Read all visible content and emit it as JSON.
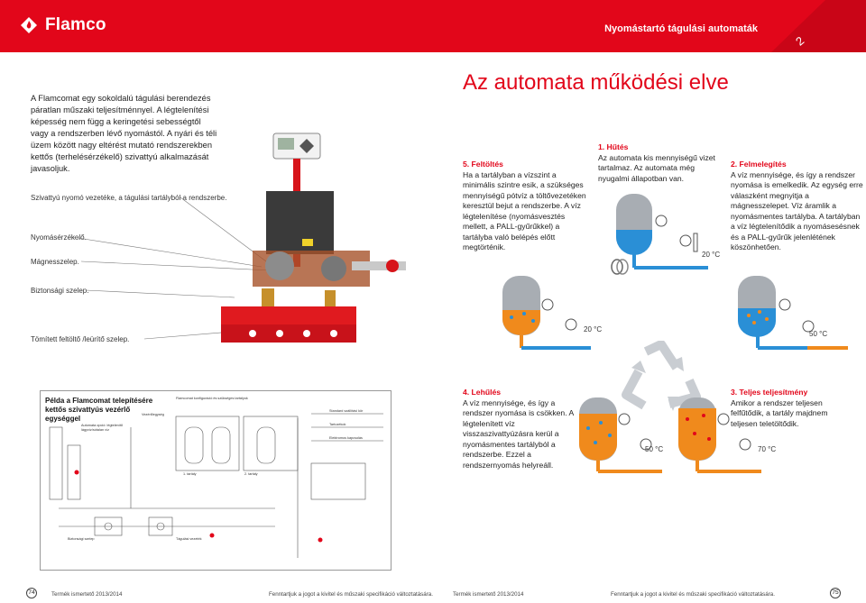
{
  "header": {
    "brand": "Flamco",
    "title": "Nyomástartó tágulási automaták",
    "page_tab": "2"
  },
  "intro": "A Flamcomat egy sokoldalú tágulási berendezés páratlan műszaki teljesítménnyel. A légtelenítési képesség nem függ a keringetési sebességtől vagy a rendszerben lévő nyomástól. A nyári és téli üzem között nagy eltérést mutató rendszerekben kettős (terhelésérzékelő) szivattyú alkalmazását javasoljuk.",
  "labels": {
    "pump": "Szivattyú nyomó vezetéke, a tágulási tartályból a rendszerbe.",
    "sensor": "Nyomásérzékelő.",
    "solenoid": "Mágnesszelep.",
    "safety": "Biztonsági szelep.",
    "fill": "Tömített feltöltő /leürítő szelep."
  },
  "title": "Az automata működési elve",
  "stages": {
    "s1": {
      "head": "1. Hűtés",
      "text": "Az automata kis mennyiségű vizet tartalmaz. Az automata még nyugalmi állapotban van."
    },
    "s2": {
      "head": "2. Felmelegítés",
      "text": "A víz mennyisége, és így a rendszer nyomása is emelkedik. Az egység erre válaszként megnyitja a mágnesszelepet. Víz áramlik a nyomásmentes tartályba. A tartályban a víz légtelenítődik a nyomásesésnek és a PALL-gyűrűk jelenlétének köszönhetően."
    },
    "s3": {
      "head": "3. Teljes teljesítmény",
      "text": "Amikor a rendszer teljesen felfűtődik, a tartály majdnem teljesen teletöltődik."
    },
    "s4": {
      "head": "4. Lehűlés",
      "text": "A víz mennyisége, és így a rendszer nyomása is csökken. A légtelenített víz visszaszivattyúzásra kerül a nyomásmentes tartályból a rendszerbe. Ezzel a rendszernyomás helyreáll."
    },
    "s5": {
      "head": "5. Feltöltés",
      "text": "Ha a tartályban a vízszint a minimális szintre esik, a szükséges mennyiségű pótvíz a töltővezetéken keresztül bejut a rendszerbe. A víz légtelenítése (nyomásvesztés mellett, a PALL-gyűrűkkel) a tartályba való belépés előtt megtörténik."
    }
  },
  "temps": {
    "t1": "20 °C",
    "t2": "50 °C",
    "t3": "70 °C",
    "t4": "50 °C",
    "t5": "20 °C"
  },
  "diagram": {
    "title": "Példa a Flamcomat telepítésére kettős szivattyús vezérlő egységgel",
    "labels": [
      "Automata opció: légtelenítő lágyvíz/sótalan víz",
      "Flamcomat konfiguráció és szükséges tartályok",
      "Vezérlőegység",
      "1. tartály",
      "2. tartály",
      "Standard szállítási kör",
      "Tartozékok",
      "Elektromos kapcsolás",
      "Biztonsági szelep",
      "Tágulási vezeték"
    ]
  },
  "footer": {
    "left_page": "74",
    "left_catalog": "Termék ismertető 2013/2014",
    "left_rights": "Fenntartjuk a jogot a kivitel és műszaki specifikáció változtatására.",
    "right_catalog": "Termék ismertető 2013/2014",
    "right_rights": "Fenntartjuk a jogot a kivitel és műszaki specifikáció változtatására.",
    "right_page": "75"
  },
  "colors": {
    "brand": "#e2061a",
    "water_blue": "#2a8fd6",
    "hot": "#f08a1c",
    "tank": "#a8adb3"
  }
}
